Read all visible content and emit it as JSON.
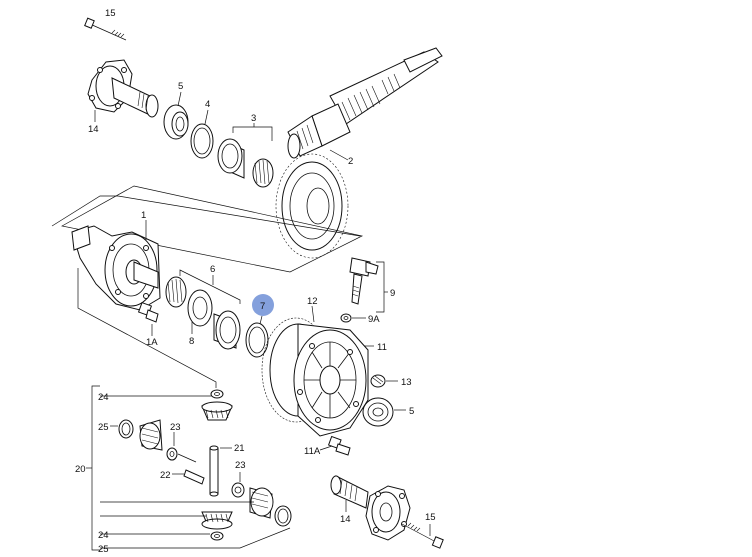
{
  "diagram": {
    "highlight_color": "#6f8fd6",
    "callouts": {
      "c15_top": "15",
      "c14_top": "14",
      "c5_top": "5",
      "c4": "4",
      "c3": "3",
      "c2": "2",
      "c1": "1",
      "c6": "6",
      "c7": "7",
      "c12": "12",
      "c9": "9",
      "c9a": "9A",
      "c1a": "1A",
      "c8": "8",
      "c11": "11",
      "c13": "13",
      "c5_bot": "5",
      "c11a": "11A",
      "c24_top": "24",
      "c25_top": "25",
      "c23_top": "23",
      "c21": "21",
      "c22": "22",
      "c23_bot": "23",
      "c20": "20",
      "c24_bot": "24",
      "c25_bot": "25",
      "c14_bot": "14",
      "c15_bot": "15"
    }
  }
}
